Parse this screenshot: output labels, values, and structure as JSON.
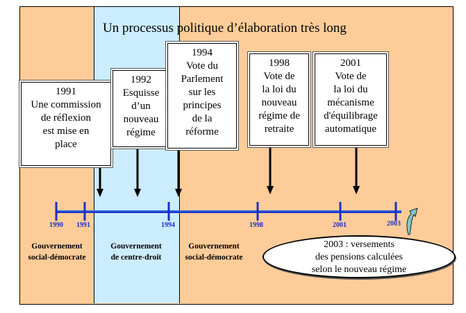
{
  "title": "Un processus politique d’élaboration très long",
  "events": [
    {
      "year": "1991",
      "text": "Une commission\nde réflexion\nest mise en\nplace"
    },
    {
      "year": "1992",
      "text": "Esquisse\nd’un\nnouveau\nrégime"
    },
    {
      "year": "1994",
      "text": "Vote du\nParlement\nsur les\nprincipes\nde la\nréforme"
    },
    {
      "year": "1998",
      "text": "Vote de\nla loi du\nnouveau\nrégime de\nretraite"
    },
    {
      "year": "2001",
      "text": "Vote de\nla loi du\nmécanisme\nd'équilibrage\nautomatique"
    }
  ],
  "timeline_years": [
    "1990",
    "1991",
    "1994",
    "1998",
    "2001",
    "2003"
  ],
  "governments": [
    "Gouvernement\nsocial-démocrate",
    "Gouvernement\nde centre-droit",
    "Gouvernement\nsocial-démocrate"
  ],
  "note": "2003 : versements\ndes pensions calculées\nselon le nouveau régime",
  "colors": {
    "social_democrat": "#FECC99",
    "centre_right": "#CCECFF",
    "timeline": "#1a2fc9"
  }
}
